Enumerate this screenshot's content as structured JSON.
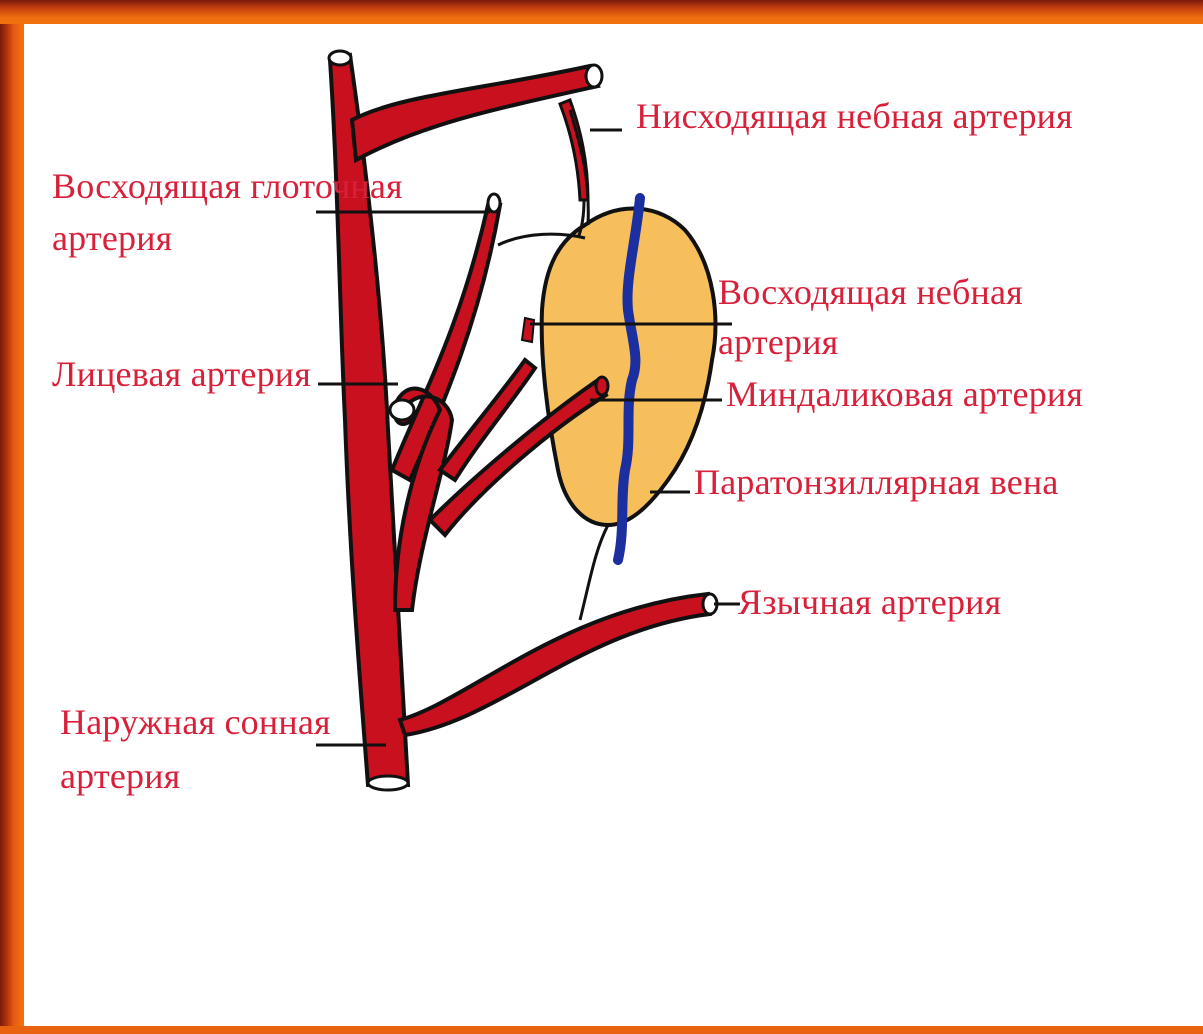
{
  "labels": {
    "descending_palatine": "Нисходящая небная артерия",
    "ascending_pharyngeal_1": "Восходящая глоточная",
    "ascending_pharyngeal_2": "артерия",
    "ascending_palatine_1": "Восходящая небная",
    "ascending_palatine_2": "артерия",
    "facial": "Лицевая артерия",
    "tonsillar": "Миндаликовая артерия",
    "paratonsillar_vein": "Паратонзиллярная вена",
    "lingual": "Язычная артерия",
    "external_carotid_1": "Наружная сонная",
    "external_carotid_2": "артерия"
  },
  "colors": {
    "artery": "#c8101e",
    "vein": "#1c2fa0",
    "tonsil": "#f6bf5c",
    "label": "#d8203a",
    "frame": "#f07010"
  }
}
